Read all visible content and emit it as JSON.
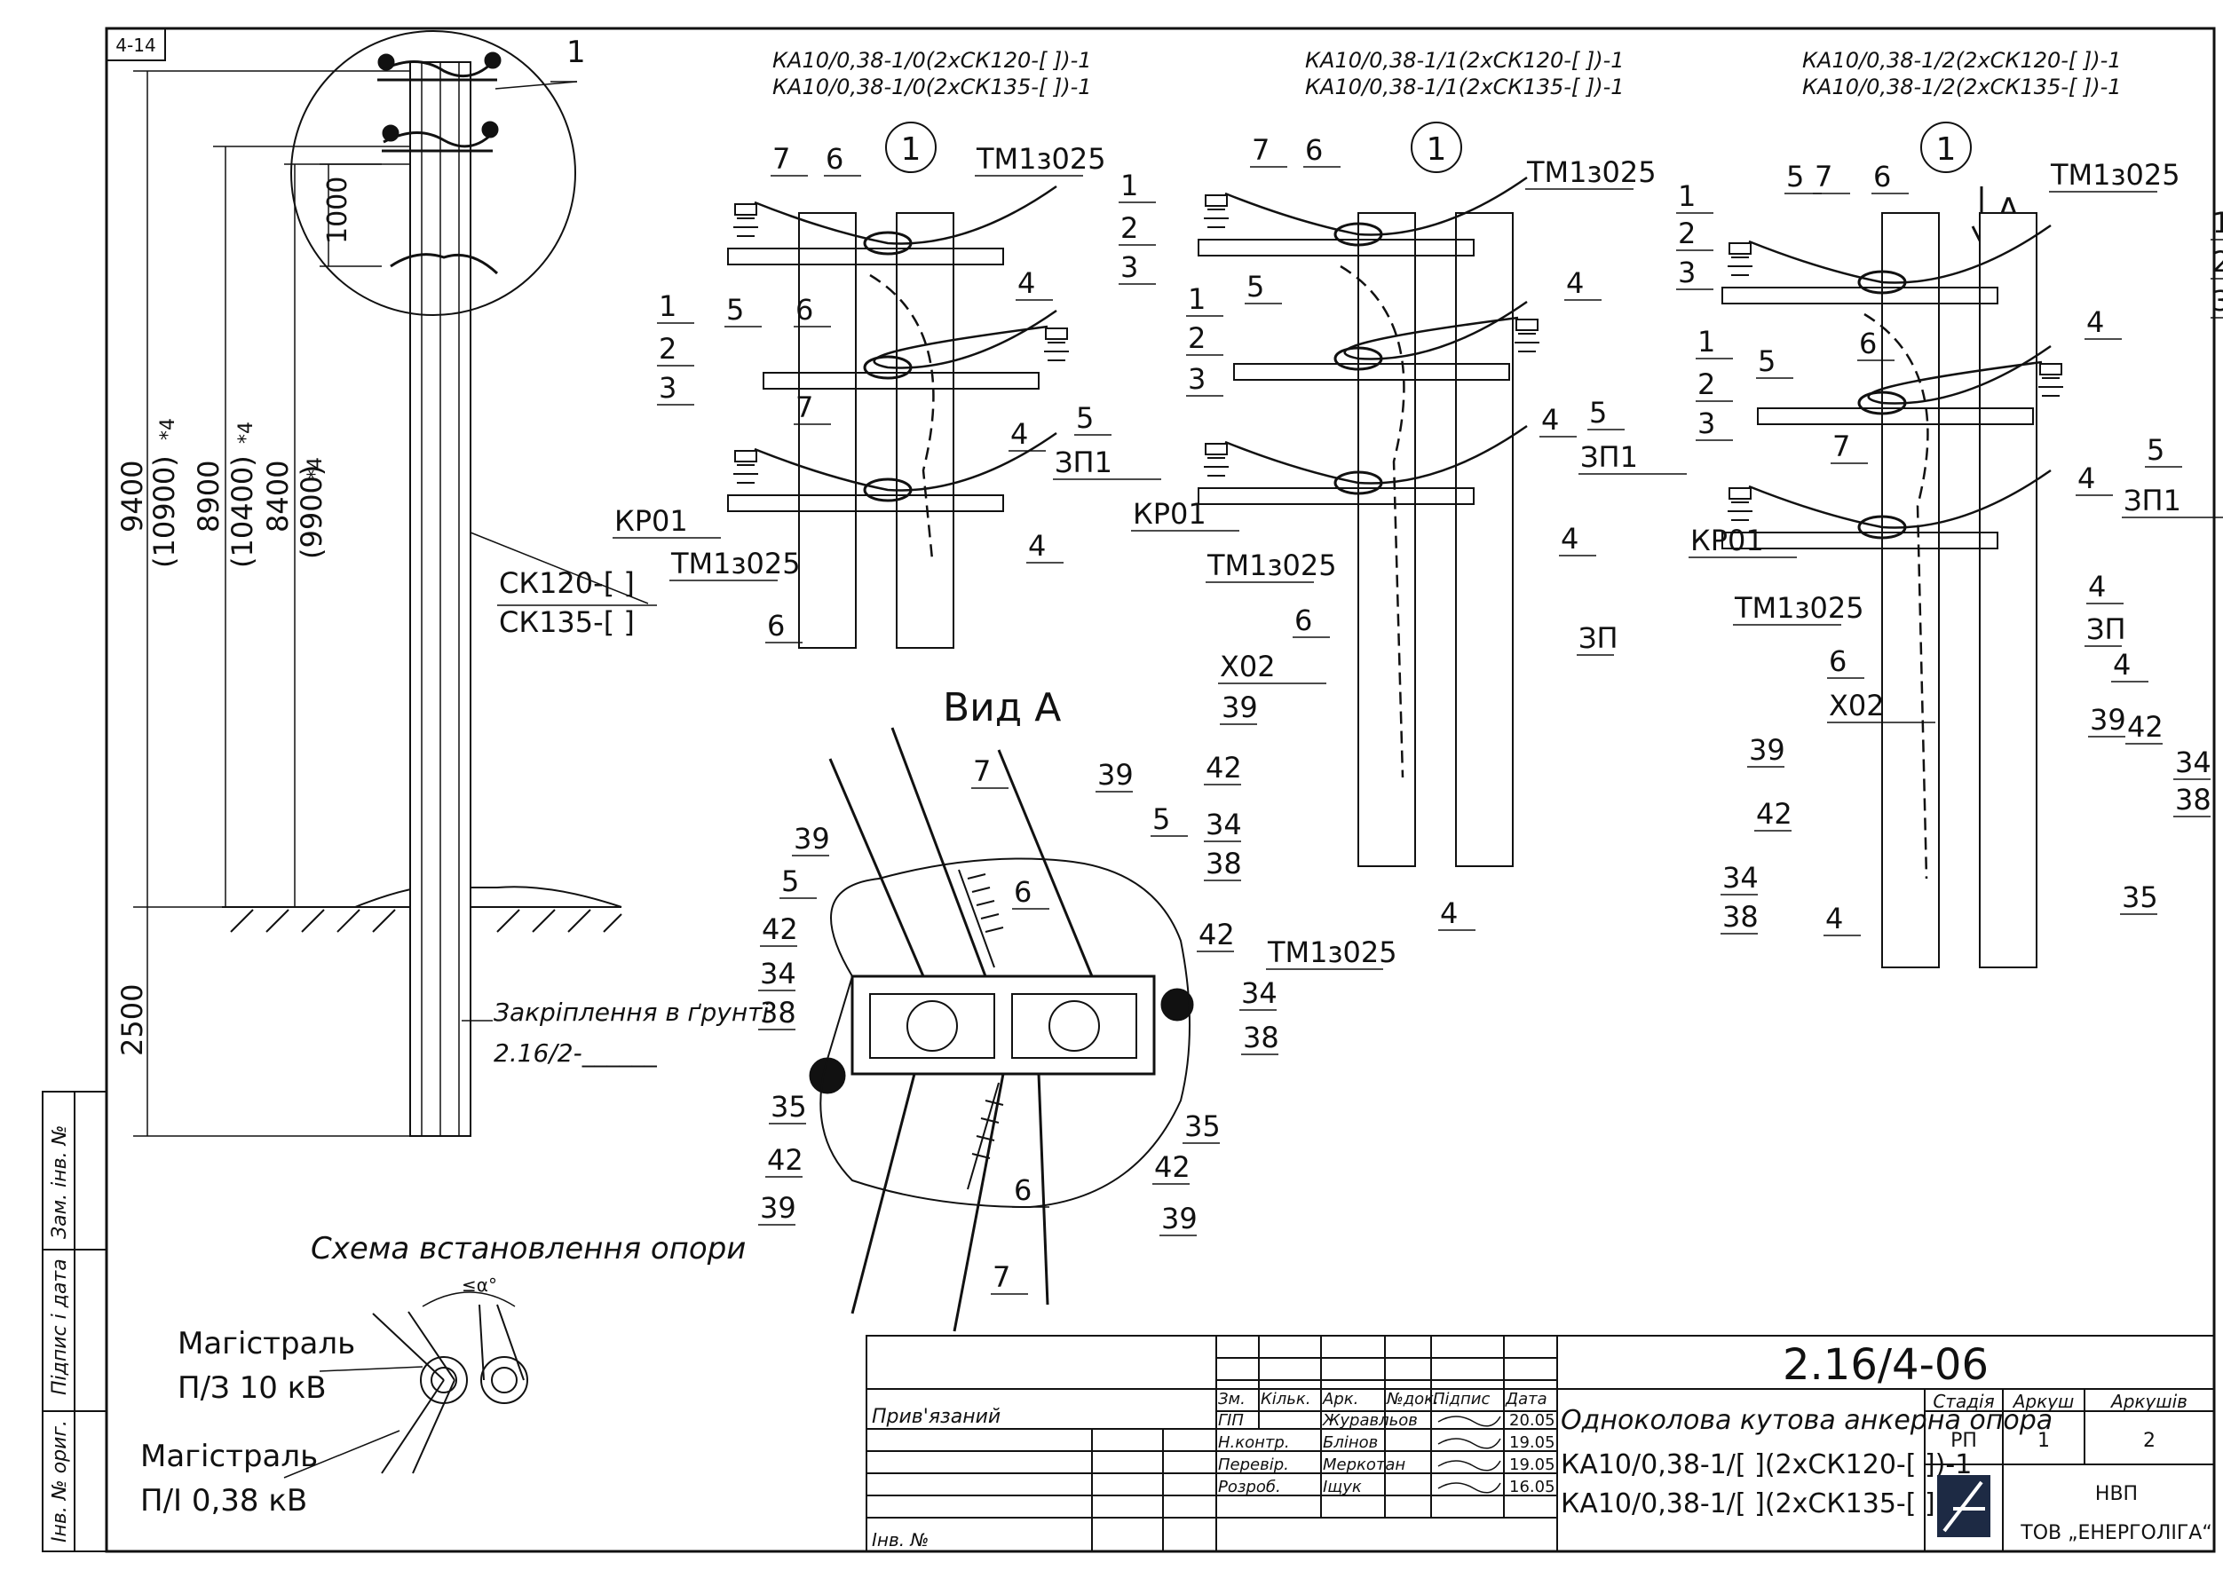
{
  "sheet": {
    "corner_code": "4-14",
    "side_stamps": [
      "Зам. інв. №",
      "Підпис і дата",
      "Інв. № ориг."
    ]
  },
  "pole_view": {
    "callout": "1",
    "dims": {
      "d1000": "1000",
      "d9400": "9400",
      "d10900": "(10900)",
      "d8900": "8900",
      "d10400": "(10400)",
      "d8400": "8400",
      "d9900": "(9900)",
      "star": "*4",
      "d2500": "2500"
    },
    "stand_label_1": "СК120-[   ]",
    "stand_label_2": "СК135-[   ]",
    "ground_label": "Закріплення в ґрунті",
    "ground_ref": "2.16/2-______"
  },
  "install_scheme": {
    "title": "Схема встановлення опори",
    "angle": "≤α°",
    "line1_a": "Магістраль",
    "line1_b": "П/З 10 кВ",
    "line2_a": "Магістраль",
    "line2_b": "П/І 0,38 кВ"
  },
  "details": [
    {
      "title_1": "КА10/0,38-1/0(2хСК120-[ ])-1",
      "title_2": "КА10/0,38-1/0(2хСК135-[ ])-1",
      "circle": "1",
      "labels": [
        "7",
        "6",
        "ТМ1з025",
        "1",
        "2",
        "3",
        "5",
        "4",
        "1",
        "2",
        "3",
        "6",
        "7",
        "5",
        "4",
        "ЗП1",
        "КР01",
        "ТМ1з025",
        "6",
        "4"
      ]
    },
    {
      "title_1": "КА10/0,38-1/1(2хСК120-[ ])-1",
      "title_2": "КА10/0,38-1/1(2хСК135-[ ])-1",
      "circle": "1",
      "labels": [
        "7",
        "6",
        "ТМ1з025",
        "1",
        "2",
        "3",
        "5",
        "4",
        "1",
        "2",
        "3",
        "5",
        "4",
        "ЗП1",
        "КР01",
        "ТМ1з025",
        "4",
        "6",
        "ЗП",
        "Х02",
        "39",
        "42",
        "34",
        "38",
        "4"
      ]
    },
    {
      "title_1": "КА10/0,38-1/2(2хСК120-[ ])-1",
      "title_2": "КА10/0,38-1/2(2хСК135-[ ])-1",
      "circle": "1",
      "arrow": "А",
      "labels": [
        "5",
        "7",
        "6",
        "ТМ1з025",
        "1",
        "2",
        "3",
        "4",
        "1",
        "2",
        "3",
        "5",
        "6",
        "5",
        "7",
        "4",
        "ЗП1",
        "КР01",
        "ТМ1з025",
        "4",
        "ЗП",
        "6",
        "4",
        "Х02",
        "39",
        "42",
        "34",
        "38",
        "4",
        "39",
        "42",
        "34",
        "38",
        "35"
      ]
    }
  ],
  "view_a": {
    "title": "Вид А",
    "labels": [
      "7",
      "39",
      "5",
      "39",
      "5",
      "6",
      "42",
      "34",
      "38",
      "42",
      "ТМ1з025",
      "34",
      "38",
      "35",
      "35",
      "42",
      "42",
      "39",
      "6",
      "39",
      "7"
    ]
  },
  "title_block": {
    "doc_code": "2.16/4-06",
    "attached": "Прив'язаний",
    "inv_no": "Інв. №",
    "col_headers": [
      "Зм.",
      "Кільк.",
      "Арк.",
      "№док.",
      "Підпис",
      "Дата"
    ],
    "roles": [
      {
        "role": "ГІП",
        "name": "Журавльов",
        "date": "20.05"
      },
      {
        "role": "Н.контр.",
        "name": "Блінов",
        "date": "19.05"
      },
      {
        "role": "Перевір.",
        "name": "Меркотан",
        "date": "19.05"
      },
      {
        "role": "Розроб.",
        "name": "Іщук",
        "date": "16.05"
      }
    ],
    "description_1": "Одноколова кутова анкерна опора",
    "description_2": "КА10/0,38-1/[ ](2хСК120-[ ])-1",
    "description_3": "КА10/0,38-1/[ ](2хСК135-[ ])-1",
    "stage_header": "Стадія",
    "sheet_header": "Аркуш",
    "sheets_header": "Аркушів",
    "stage": "РП",
    "sheet": "1",
    "sheets": "2",
    "company_1": "НВП",
    "company_2": "ТОВ „ЕНЕРГОЛІГА“"
  }
}
